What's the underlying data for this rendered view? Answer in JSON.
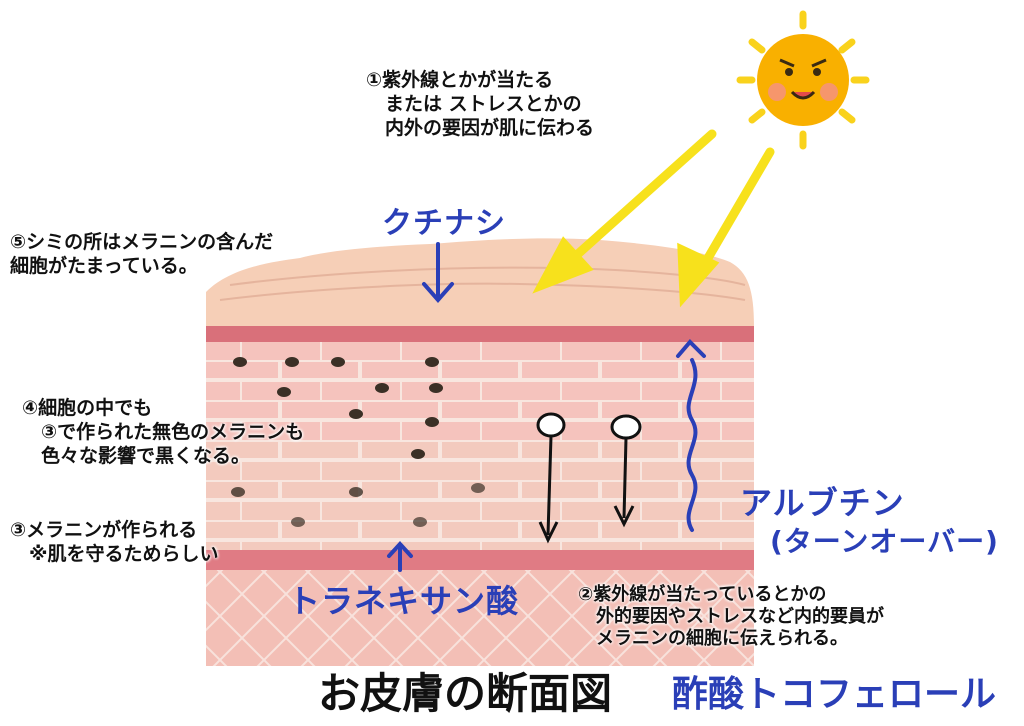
{
  "diagram": {
    "title": "お皮膚の断面図",
    "title_handwritten": "酢酸トコフェロール"
  },
  "notes": {
    "n1": [
      "①紫外線とかが当たる",
      "　または ストレスとかの",
      "　内外の要因が肌に伝わる"
    ],
    "n2": [
      "②紫外線が当たっているとかの",
      "　外的要因やストレスなど内的要員が",
      "　メラニンの細胞に伝えられる。"
    ],
    "n3": [
      "③メラニンが作られる",
      "　※肌を守るためらしい"
    ],
    "n4": [
      "④細胞の中でも",
      "　③で作られた無色のメラニンも",
      "　色々な影響で黒くなる。"
    ],
    "n5": [
      "⑤シミの所はメラニンの含んだ",
      "細胞がたまっている。"
    ]
  },
  "handwritten": {
    "kuchinashi": "クチナシ",
    "arbutin": "アルブチン",
    "turnover": "(ターンオーバー)",
    "tranexamic": "トラネキサン酸"
  },
  "colors": {
    "ink_blue": "#2a3fb7",
    "ray_yellow": "#f7e11c",
    "sun_body": "#f9b000",
    "skin_top": "#f6cfb7",
    "skin_pink": "#f2b6ad",
    "skin_dark_line": "#d9707a",
    "melanin": "#3b3026"
  },
  "icons": {
    "sun": "sun-face-icon",
    "rays": "uv-ray-arrow-icon",
    "melanin": "melanin-blob-icon"
  }
}
